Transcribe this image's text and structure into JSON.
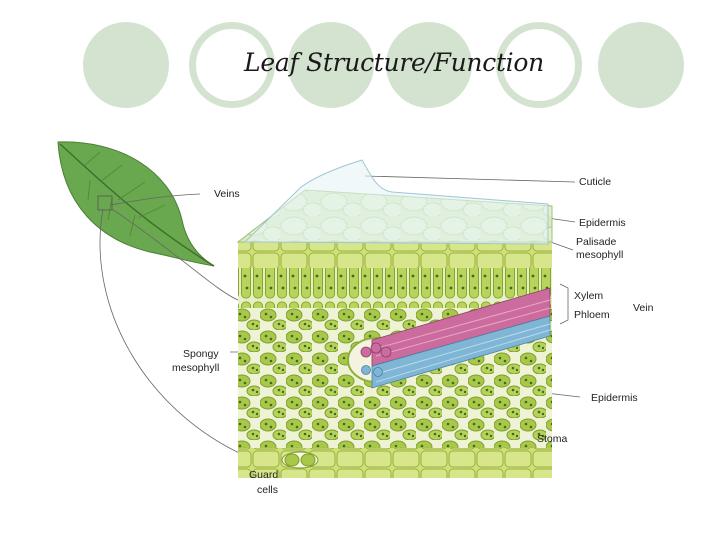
{
  "slide": {
    "title": "Leaf Structure/Function"
  },
  "diagram": {
    "labels": {
      "cuticle": "Cuticle",
      "veins": "Veins",
      "upper_epidermis": "Epidermis",
      "palisade_line1": "Palisade",
      "palisade_line2": "mesophyll",
      "xylem": "Xylem",
      "phloem": "Phloem",
      "vein": "Vein",
      "spongy_line1": "Spongy",
      "spongy_line2": "mesophyll",
      "lower_epidermis": "Epidermis",
      "stoma": "Stoma",
      "guard_line1": "Guard",
      "guard_line2": "cells"
    }
  },
  "colors": {
    "decor_circle": "#d4e3cf",
    "leaf": "#6aa84f",
    "tissue": "#c4d962",
    "xylem": "#cc6b9e",
    "phloem": "#7fb6d6"
  }
}
